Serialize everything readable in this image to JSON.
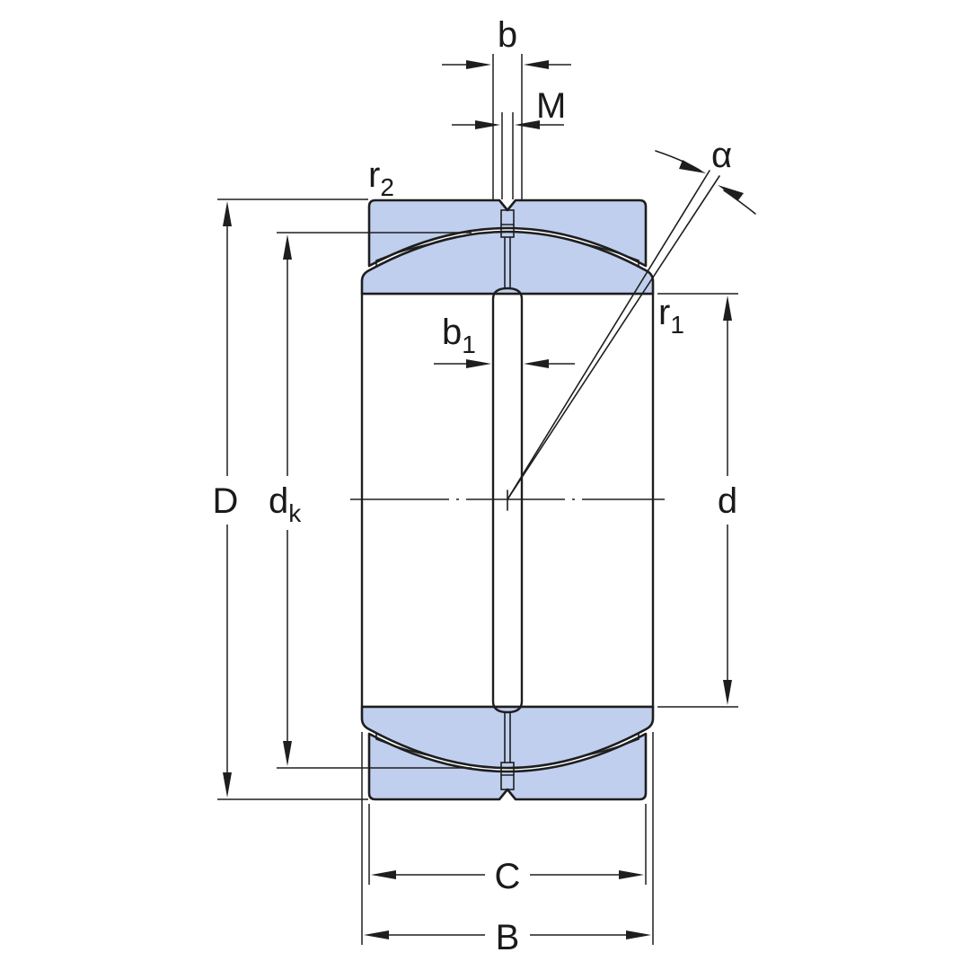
{
  "diagram": {
    "labels": {
      "b": "b",
      "M": "M",
      "alpha": "α",
      "r2_main": "r",
      "r2_sub": "2",
      "r1_main": "r",
      "r1_sub": "1",
      "b1_main": "b",
      "b1_sub": "1",
      "D": "D",
      "dk_main": "d",
      "dk_sub": "k",
      "d": "d",
      "C": "C",
      "B": "B"
    },
    "colors": {
      "ring_fill": "#c0cfee",
      "line": "#1e1e1e"
    }
  }
}
